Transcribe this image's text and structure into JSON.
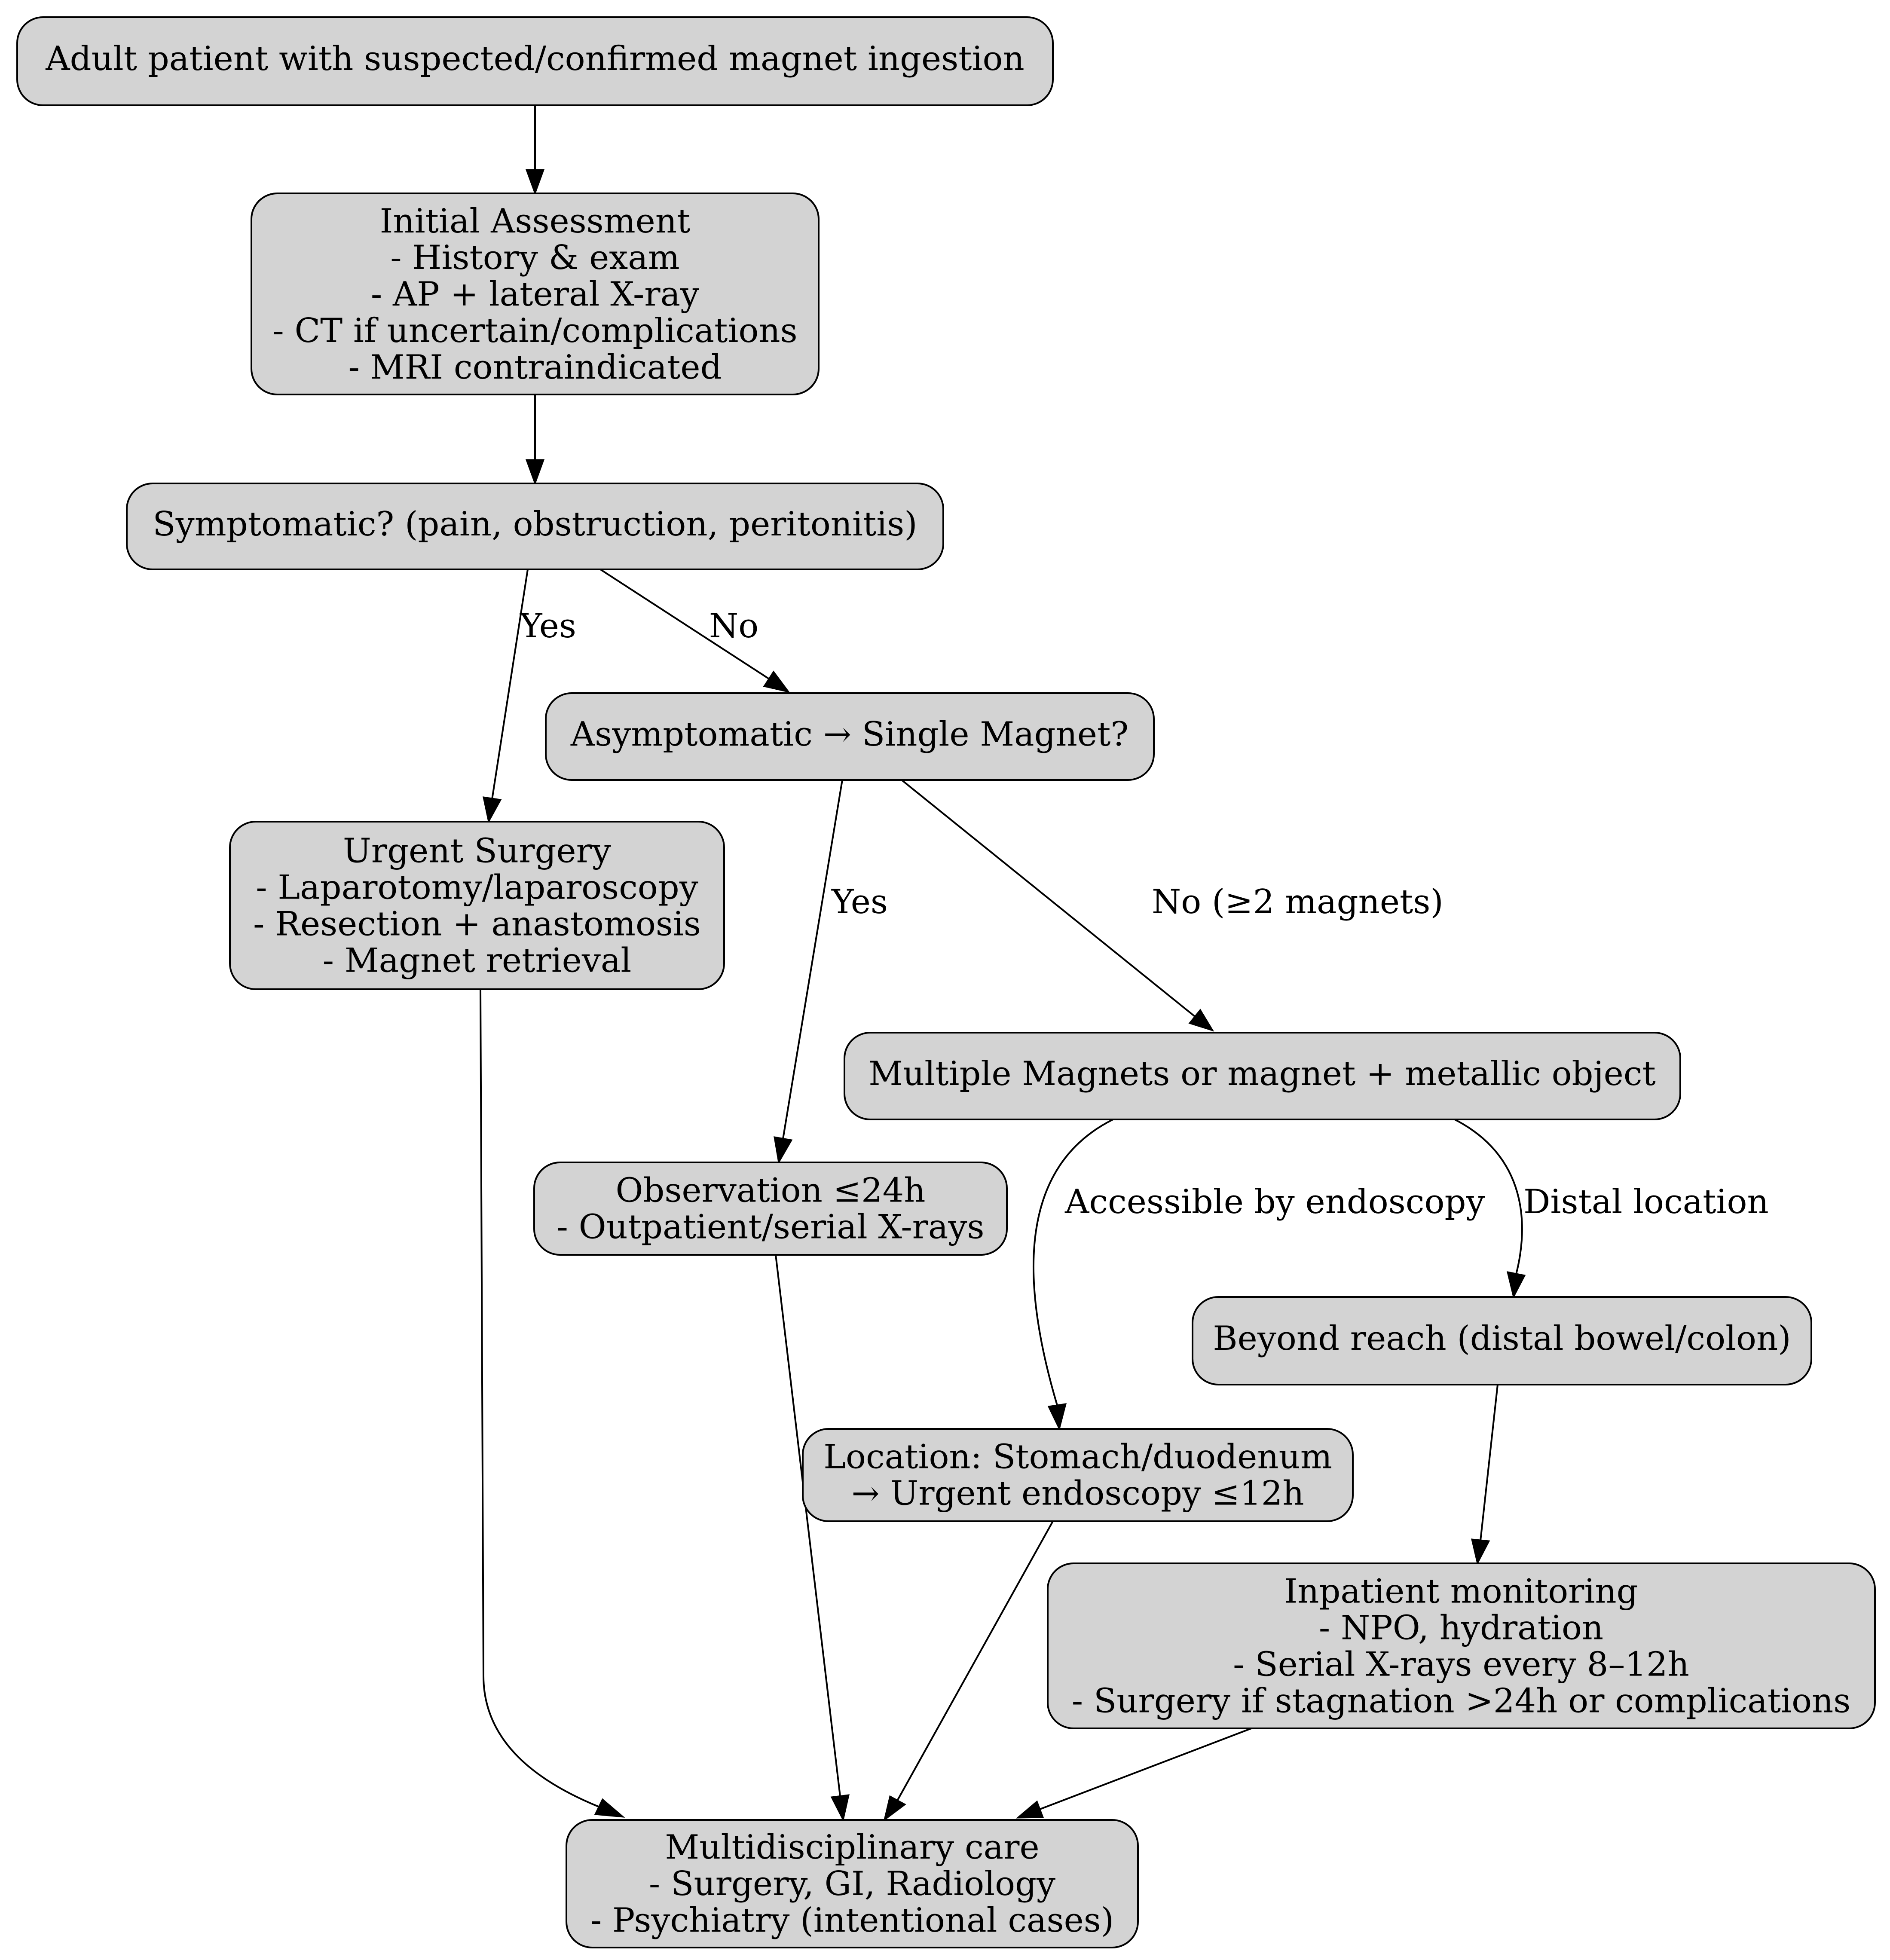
{
  "nodes": {
    "start": {
      "lines": [
        "Adult patient with suspected/confirmed magnet ingestion"
      ]
    },
    "assessment": {
      "lines": [
        "Initial Assessment",
        "- History & exam",
        "- AP + lateral X-ray",
        "- CT if uncertain/complications",
        "- MRI contraindicated"
      ]
    },
    "symptomatic": {
      "lines": [
        "Symptomatic? (pain, obstruction, peritonitis)"
      ]
    },
    "asymptomatic": {
      "lines": [
        "Asymptomatic → Single Magnet?"
      ]
    },
    "surgery": {
      "lines": [
        "Urgent Surgery",
        "- Laparotomy/laparoscopy",
        "- Resection + anastomosis",
        "- Magnet retrieval"
      ]
    },
    "multiple": {
      "lines": [
        "Multiple Magnets or magnet + metallic object"
      ]
    },
    "observation": {
      "lines": [
        "Observation ≤24h",
        "- Outpatient/serial X-rays"
      ]
    },
    "beyond": {
      "lines": [
        "Beyond reach (distal bowel/colon)"
      ]
    },
    "location": {
      "lines": [
        "Location: Stomach/duodenum",
        "→ Urgent endoscopy ≤12h"
      ]
    },
    "inpatient": {
      "lines": [
        "Inpatient monitoring",
        "- NPO, hydration",
        "- Serial X-rays every 8–12h",
        "- Surgery if stagnation >24h or complications"
      ]
    },
    "multidisciplinary": {
      "lines": [
        "Multidisciplinary care",
        "- Surgery, GI, Radiology",
        "- Psychiatry (intentional cases)"
      ]
    }
  },
  "edges": [
    {
      "from": "start",
      "to": "assessment",
      "label": ""
    },
    {
      "from": "assessment",
      "to": "symptomatic",
      "label": ""
    },
    {
      "from": "symptomatic",
      "to": "surgery",
      "label": "Yes"
    },
    {
      "from": "symptomatic",
      "to": "asymptomatic",
      "label": "No"
    },
    {
      "from": "asymptomatic",
      "to": "observation",
      "label": "Yes"
    },
    {
      "from": "asymptomatic",
      "to": "multiple",
      "label": "No (≥2 magnets)"
    },
    {
      "from": "multiple",
      "to": "location",
      "label": "Accessible by endoscopy"
    },
    {
      "from": "multiple",
      "to": "beyond",
      "label": "Distal location"
    },
    {
      "from": "beyond",
      "to": "inpatient",
      "label": ""
    },
    {
      "from": "surgery",
      "to": "multidisciplinary",
      "label": ""
    },
    {
      "from": "observation",
      "to": "multidisciplinary",
      "label": ""
    },
    {
      "from": "location",
      "to": "multidisciplinary",
      "label": ""
    },
    {
      "from": "inpatient",
      "to": "multidisciplinary",
      "label": ""
    }
  ],
  "colors": {
    "node_fill": "#d3d3d3",
    "node_stroke": "#000000",
    "edge": "#000000",
    "background": "#ffffff"
  }
}
